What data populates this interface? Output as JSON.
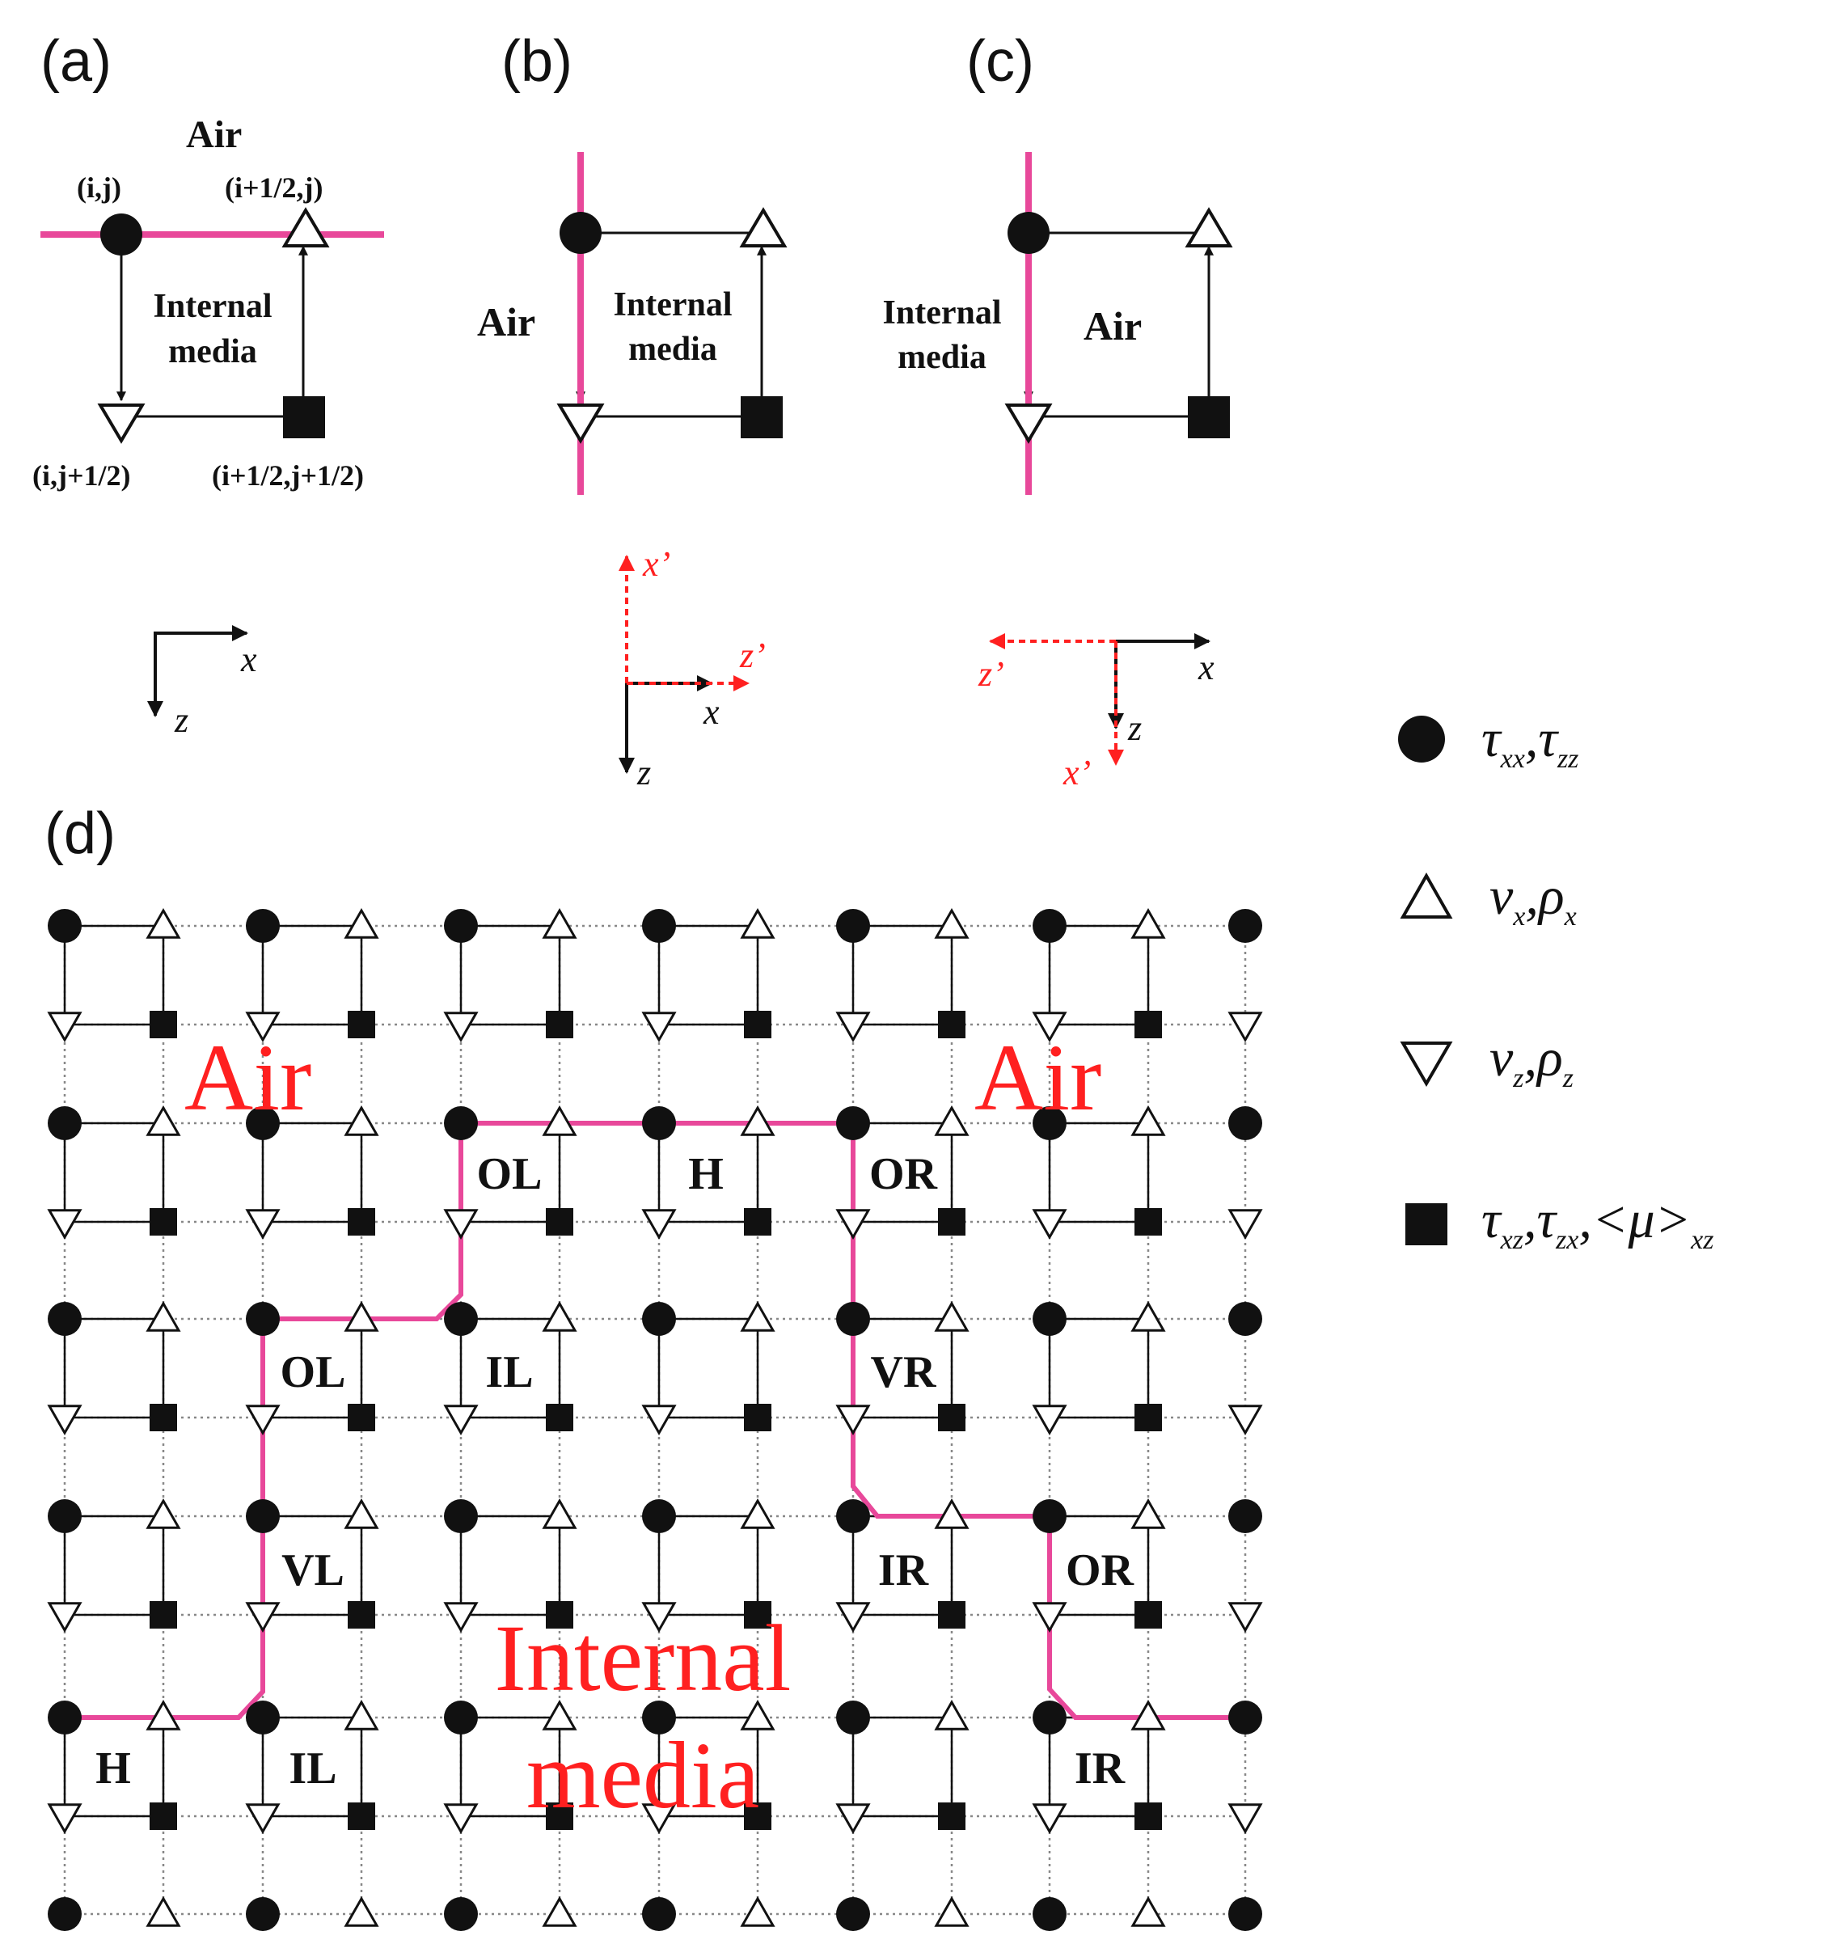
{
  "panel_a": {
    "label": "(a)",
    "air": "Air",
    "internal_1": "Internal",
    "internal_2": "media",
    "node_ij": "(i,j)",
    "node_i_half_j": "(i+1/2,j)",
    "node_i_j_half": "(i,j+1/2)",
    "node_i_half_j_half": "(i+1/2,j+1/2)",
    "axis_x": "x",
    "axis_z": "z"
  },
  "panel_b": {
    "label": "(b)",
    "air": "Air",
    "internal_1": "Internal",
    "internal_2": "media",
    "axis_x": "x",
    "axis_z": "z",
    "axis_xp": "x’",
    "axis_zp": "z’"
  },
  "panel_c": {
    "label": "(c)",
    "air": "Air",
    "internal_1": "Internal",
    "internal_2": "media",
    "axis_x": "x",
    "axis_z": "z",
    "axis_xp": "x’",
    "axis_zp": "z’"
  },
  "panel_d": {
    "label": "(d)",
    "air_left": "Air",
    "air_right": "Air",
    "internal_1": "Internal",
    "internal_2": "media",
    "cell_labels": [
      "OL",
      "H",
      "OR",
      "OL",
      "IL",
      "VR",
      "VL",
      "IR",
      "OR",
      "H",
      "IL",
      "IR"
    ]
  },
  "legend": {
    "circle": {
      "main": "τ",
      "sub1": "xx",
      "sep": ",τ",
      "sub2": "zz"
    },
    "triangle_up": {
      "main": "v",
      "sub1": "x",
      "sep": ",ρ",
      "sub2": "x"
    },
    "triangle_down": {
      "main": "v",
      "sub1": "z",
      "sep": ",ρ",
      "sub2": "z"
    },
    "square": {
      "main": "τ",
      "sub1": "xz",
      "sep": ",τ",
      "sub2": "zx",
      "mid": ",<μ>",
      "sub3": "xz"
    }
  },
  "colors": {
    "interface": "#e8489a",
    "red_text": "#ff2020",
    "node": "#111111"
  }
}
